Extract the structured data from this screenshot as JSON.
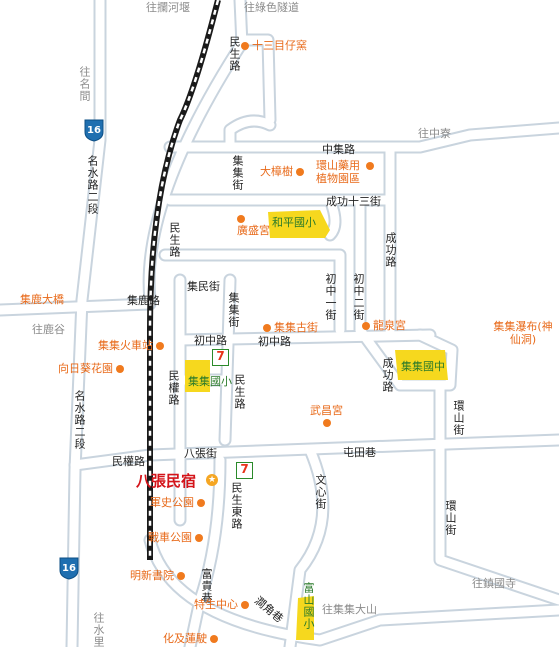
{
  "roads": {
    "to_yelan_river": "往攔河堰",
    "to_lvse_tunnel": "往綠色隧道",
    "to_mingjian": "往名間",
    "mingshui_rd_2_north": "名水路二段",
    "mingshui_rd_2_south": "名水路二段",
    "to_zhongliao": "往中寮",
    "zhongji_rd": "中集路",
    "jiji_st": "集集街",
    "chenggong_13st": "成功十三街",
    "minsheng_rd_north": "民生路",
    "minsheng_rd_mid": "民生路",
    "chenggong_rd_east": "成功路",
    "chenggong_rd_lower": "成功路",
    "jimin_st": "集民街",
    "chuzhong_1": "初中一街",
    "chuzhong_2": "初中二街",
    "jilu_rd": "集鹿路",
    "jiji_st_2": "集集街",
    "to_lugu": "往鹿谷",
    "chuzhong_rd_west": "初中路",
    "chuzhong_rd_east": "初中路",
    "minquan_rd": "民權路",
    "huanshan_st_upper": "環山街",
    "huanshan_st_lower": "環山街",
    "bazhang_st": "八張街",
    "tuntian_lane": "屯田巷",
    "minquan_rd_south": "民權路",
    "wenxin_st": "文心街",
    "minsheng_east_rd": "民生東路",
    "to_zhenguo_temple": "往鎮國寺",
    "fujin_lane": "富貴巷",
    "jianjiao_lane": "澗角巷",
    "to_jidashan": "往集集大山",
    "to_shuili": "往水里",
    "highway_num_top": "16",
    "highway_num_bottom": "16"
  },
  "pois": {
    "shisanmu": "十三目仔窯",
    "dazhangshu": "大樟樹",
    "huanshan_garden": "環山藥用植物園區",
    "guangsheng": "廣盛宮",
    "jilu_bridge": "集鹿大橋",
    "jiji_station": "集集火車站",
    "sunflower": "向日葵花園",
    "jiji_old_street": "集集古街",
    "longquan": "龍泉宮",
    "jiji_waterfall": "集集瀑布(神仙洞)",
    "wuchang": "武昌宮",
    "junshi_park": "軍史公園",
    "zhanche_park": "戰車公園",
    "mingxin_academy": "明新書院",
    "tesheng_center": "特生中心",
    "huaji_post": "化及蓮駛"
  },
  "schools": {
    "heping": "和平國小",
    "jiji_elem": "集集國小",
    "jiji_jh": "集集國中",
    "fushan": "富山國小"
  },
  "hotel": {
    "name": "八張民宿"
  },
  "colors": {
    "road_fill": "#ffffff",
    "road_outline": "#c9d4de",
    "railway": "#1a1a1a",
    "poi": "#e86a1a",
    "school_fill": "#f6d81e",
    "school_text": "#2a7a2a",
    "shield": "#1f6fb0",
    "hotel_text": "#d4141a"
  },
  "icons": {
    "poi_marker": "orange-dot-icon",
    "convenience_store": "seven-eleven-icon",
    "hotel_marker": "star-icon",
    "highway_shield": "highway-shield-icon"
  }
}
